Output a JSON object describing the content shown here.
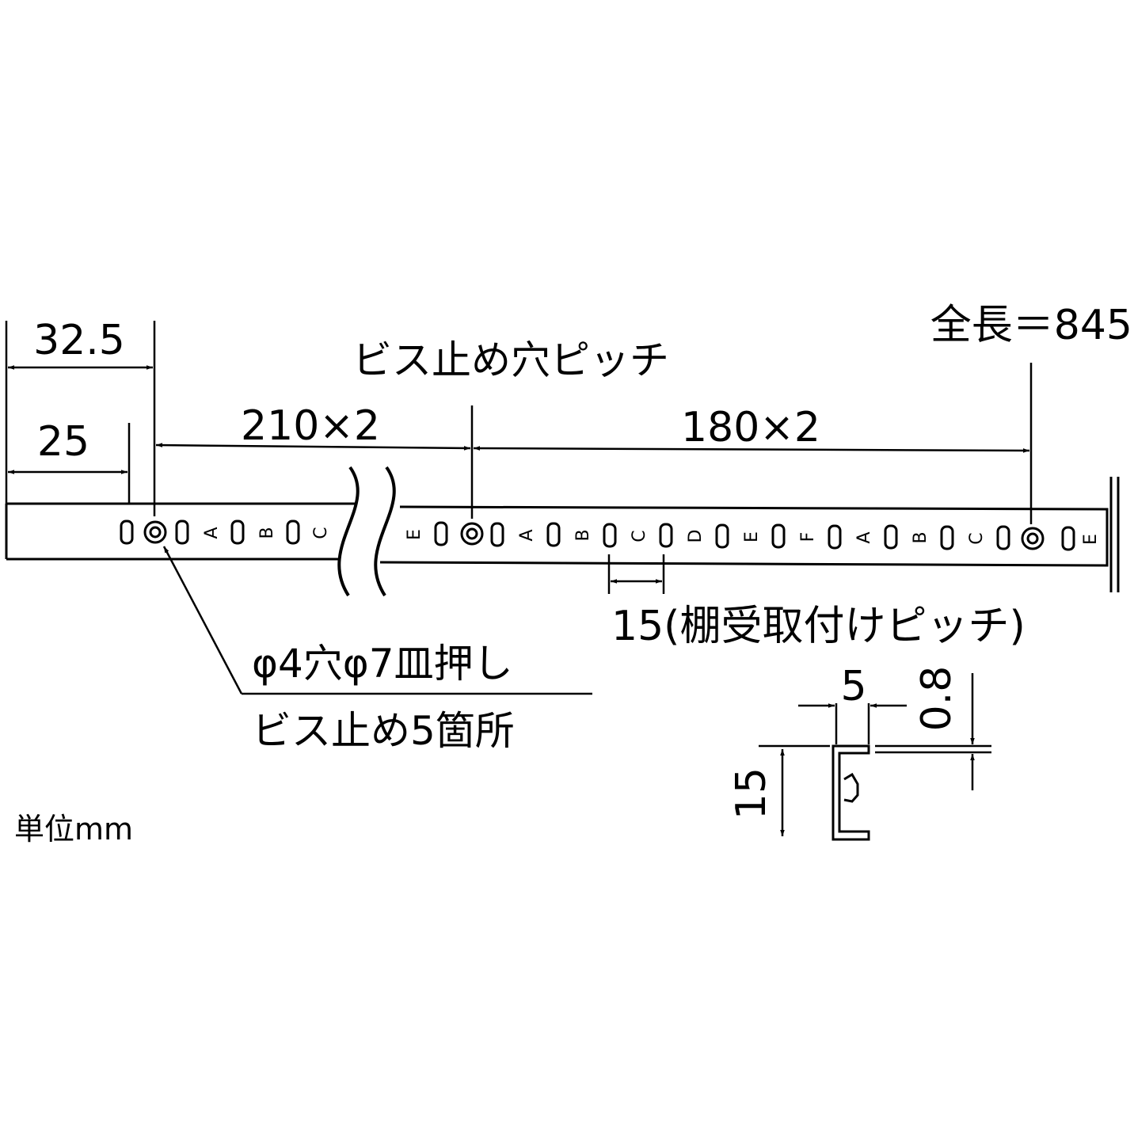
{
  "dimensions": {
    "left_offset_outer": "32.5",
    "left_offset_inner": "25",
    "pitch_left": "210×2",
    "pitch_right": "180×2",
    "total_length": "全長＝845",
    "shelf_pitch": "15(棚受取付けピッチ)",
    "profile_width": "5",
    "profile_thickness": "0.8",
    "profile_height": "15"
  },
  "notes": {
    "screw_pitch_title": "ビス止め穴ピッチ",
    "hole_spec": "φ4穴φ7皿押し",
    "screw_count": "ビス止め5箇所",
    "unit": "単位mm"
  },
  "rail": {
    "marks_left": [
      "A",
      "B",
      "C"
    ],
    "marks_left_after_break": [
      "E"
    ],
    "marks_right": [
      "A",
      "B",
      "C",
      "D",
      "E",
      "F",
      "A",
      "B",
      "C"
    ],
    "marks_end": [
      "E"
    ]
  }
}
